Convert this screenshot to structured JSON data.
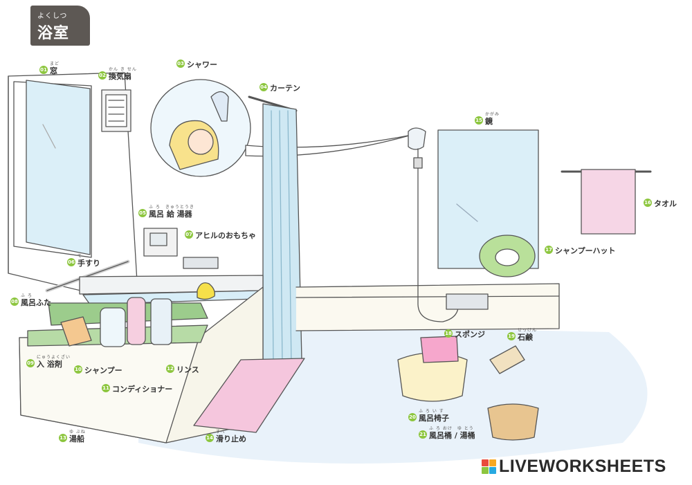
{
  "header": {
    "ruby": "よくしつ",
    "title": "浴室"
  },
  "labels": [
    {
      "num": "01",
      "ruby": "まど",
      "name": "窓"
    },
    {
      "num": "02",
      "ruby": "かん き せん",
      "name": "換気扇"
    },
    {
      "num": "03",
      "ruby": "",
      "name": "シャワー"
    },
    {
      "num": "04",
      "ruby": "",
      "name": "カーテン"
    },
    {
      "num": "05",
      "ruby": "ふ ろ　きゅうとうき",
      "name": "風呂 給 湯器"
    },
    {
      "num": "06",
      "ruby": "て",
      "name": "手すり"
    },
    {
      "num": "07",
      "ruby": "",
      "name": "アヒルのおもちゃ"
    },
    {
      "num": "08",
      "ruby": "ふ ろ",
      "name": "風呂ふた"
    },
    {
      "num": "09",
      "ruby": "にゅうよくざい",
      "name": "入 浴剤"
    },
    {
      "num": "10",
      "ruby": "",
      "name": "シャンプー"
    },
    {
      "num": "11",
      "ruby": "",
      "name": "コンディショナー"
    },
    {
      "num": "12",
      "ruby": "",
      "name": "リンス"
    },
    {
      "num": "13",
      "ruby": "ゆ ぶね",
      "name": "湯船"
    },
    {
      "num": "14",
      "ruby": "すべ",
      "name": "滑り止め"
    },
    {
      "num": "15",
      "ruby": "かがみ",
      "name": "鏡"
    },
    {
      "num": "16",
      "ruby": "",
      "name": "タオル"
    },
    {
      "num": "17",
      "ruby": "",
      "name": "シャンプーハット"
    },
    {
      "num": "18",
      "ruby": "",
      "name": "スポンジ"
    },
    {
      "num": "19",
      "ruby": "せっけん",
      "name": "石鹸"
    },
    {
      "num": "20",
      "ruby": "ふ ろ い す",
      "name": "風呂椅子"
    },
    {
      "num": "21",
      "ruby": "ふ ろ おけ　ゆ とう",
      "name": "風呂桶 / 湯桶"
    }
  ],
  "colors": {
    "badge": "#8dc63f",
    "header_bg": "#5d5854",
    "line": "#555555",
    "curtain": "#cfe8f3",
    "mat": "#f5c6dd",
    "towel": "#f6d6e6",
    "bath_lid": "#9ccc8c",
    "water": "#d8eef8"
  },
  "brand": {
    "text": "LIVEWORKSHEETS",
    "logo_colors": [
      "#e94b3c",
      "#f7a823",
      "#8dc63f",
      "#27a9e1"
    ]
  }
}
